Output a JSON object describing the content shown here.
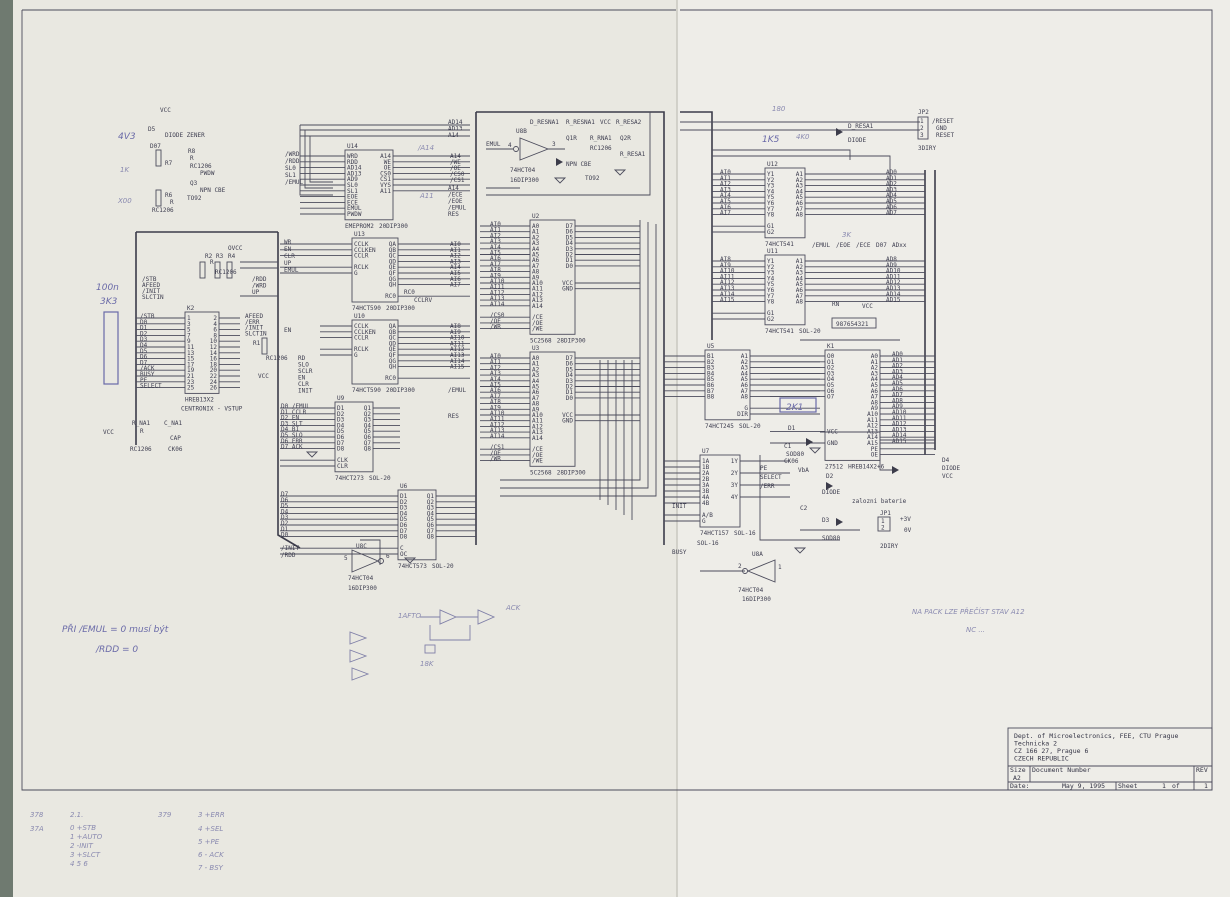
{
  "title_block": {
    "org": "Dept. of Microelectronics, FEE, CTU Prague",
    "street": "Technicka 2",
    "city": "CZ 166 27, Prague 6",
    "country": "CZECH REPUBLIC",
    "size_label": "Size",
    "size": "A2",
    "docnum_label": "Document Number",
    "rev_label": "REV",
    "date_label": "Date:",
    "date": "May  9, 1995",
    "sheet_label": "Sheet",
    "sheet": "1",
    "of_label": "of",
    "of": "1"
  },
  "chips": [
    {
      "id": "U14",
      "ref": "U14",
      "type": "EMEPROM2",
      "pkg": "20DIP300",
      "left": [
        "WRD",
        "RDD",
        "AD14",
        "AD13",
        "AD9",
        "SL0",
        "SL1",
        "EOE",
        "ECE",
        "EMUL",
        "PWDW"
      ],
      "right": [
        "A14",
        "WE",
        "OE",
        "CS0",
        "CS1",
        "VYS",
        "A11"
      ]
    },
    {
      "id": "U13",
      "ref": "U13",
      "type": "74HCT590",
      "pkg": "20DIP300",
      "left": [
        "CCLK",
        "CCLKEN",
        "CCLR",
        "",
        "RCLK",
        "G"
      ],
      "right": [
        "QA",
        "QB",
        "QC",
        "QD",
        "QE",
        "QF",
        "QG",
        "QH",
        "",
        "RC0"
      ]
    },
    {
      "id": "U10",
      "ref": "U10",
      "type": "74HCT590",
      "pkg": "20DIP300",
      "left": [
        "CCLK",
        "CCLKEN",
        "CCLR",
        "",
        "RCLK",
        "G"
      ],
      "right": [
        "QA",
        "QB",
        "QC",
        "QD",
        "QE",
        "QF",
        "QG",
        "QH",
        "",
        "RC0"
      ]
    },
    {
      "id": "U9",
      "ref": "U9",
      "type": "74HCT273",
      "pkg": "SOL-20",
      "left": [
        "D1",
        "D2",
        "D3",
        "D4",
        "D5",
        "D6",
        "D7",
        "D8",
        "",
        "CLK",
        "CLR"
      ],
      "right": [
        "Q1",
        "Q2",
        "Q3",
        "Q4",
        "Q5",
        "Q6",
        "Q7",
        "Q8"
      ]
    },
    {
      "id": "U6",
      "ref": "U6",
      "type": "74HCT573",
      "pkg": "SOL-20",
      "left": [
        "D1",
        "D2",
        "D3",
        "D4",
        "D5",
        "D6",
        "D7",
        "D8",
        "",
        "C",
        "OC"
      ],
      "right": [
        "Q1",
        "Q2",
        "Q3",
        "Q4",
        "Q5",
        "Q6",
        "Q7",
        "Q8"
      ]
    },
    {
      "id": "U2",
      "ref": "U2",
      "type": "5C2568",
      "pkg": "28DIP300",
      "left": [
        "A0",
        "A1",
        "A2",
        "A3",
        "A4",
        "A5",
        "A6",
        "A7",
        "A8",
        "A9",
        "A10",
        "A11",
        "A12",
        "A13",
        "A14",
        "",
        "/CE",
        "/OE",
        "/WE"
      ],
      "right": [
        "D7",
        "D6",
        "D5",
        "D4",
        "D3",
        "D2",
        "D1",
        "D0",
        "",
        "",
        "VCC",
        "GND"
      ]
    },
    {
      "id": "U3",
      "ref": "U3",
      "type": "5C2568",
      "pkg": "28DIP300",
      "left": [
        "A0",
        "A1",
        "A2",
        "A3",
        "A4",
        "A5",
        "A6",
        "A7",
        "A8",
        "A9",
        "A10",
        "A11",
        "A12",
        "A13",
        "A14",
        "",
        "/CE",
        "/OE",
        "/WE"
      ],
      "right": [
        "D7",
        "D6",
        "D5",
        "D4",
        "D3",
        "D2",
        "D1",
        "D0",
        "",
        "",
        "VCC",
        "GND"
      ]
    },
    {
      "id": "U12",
      "ref": "U12",
      "type": "74HCT541",
      "pkg": "",
      "left": [
        "Y1",
        "Y2",
        "Y3",
        "Y4",
        "Y5",
        "Y6",
        "Y7",
        "Y8",
        "",
        "G1",
        "G2"
      ],
      "right": [
        "A1",
        "A2",
        "A3",
        "A4",
        "A5",
        "A6",
        "A7",
        "A8"
      ]
    },
    {
      "id": "U11",
      "ref": "U11",
      "type": "74HCT541",
      "pkg": "SOL-20",
      "left": [
        "Y1",
        "Y2",
        "Y3",
        "Y4",
        "Y5",
        "Y6",
        "Y7",
        "Y8",
        "",
        "G1",
        "G2"
      ],
      "right": [
        "A1",
        "A2",
        "A3",
        "A4",
        "A5",
        "A6",
        "A7",
        "A8"
      ]
    },
    {
      "id": "U5",
      "ref": "U5",
      "type": "74HCT245",
      "pkg": "SOL-20",
      "left": [
        "B1",
        "B2",
        "B3",
        "B4",
        "B5",
        "B6",
        "B7",
        "B8"
      ],
      "right": [
        "A1",
        "A2",
        "A3",
        "A4",
        "A5",
        "A6",
        "A7",
        "A8",
        "",
        "G",
        "DIR"
      ]
    },
    {
      "id": "K1",
      "ref": "K1",
      "type": "27512",
      "pkg": "HREB14X2+6",
      "left": [
        "O0",
        "O1",
        "O2",
        "O3",
        "O4",
        "O5",
        "O6",
        "O7",
        "",
        "",
        "",
        "",
        "",
        "VCC",
        "",
        "GND"
      ],
      "right": [
        "A0",
        "A1",
        "A2",
        "A3",
        "A4",
        "A5",
        "A6",
        "A7",
        "A8",
        "A9",
        "A10",
        "A11",
        "A12",
        "A13",
        "A14",
        "A15",
        "PE",
        "OE"
      ]
    },
    {
      "id": "U7",
      "ref": "U7",
      "type": "74HCT157",
      "pkg": "SOL-16",
      "left": [
        "1A",
        "1B",
        "2A",
        "2B",
        "3A",
        "3B",
        "4A",
        "4B",
        "",
        "A/B",
        "G"
      ],
      "right": [
        "1Y",
        "",
        "2Y",
        "",
        "3Y",
        "",
        "4Y"
      ]
    },
    {
      "id": "K2",
      "ref": "K2",
      "type": "HREB13X2",
      "pkg": "CENTRONIX - VSTUP",
      "left": [
        "1",
        "3",
        "5",
        "7",
        "9",
        "11",
        "13",
        "15",
        "17",
        "19",
        "21",
        "23",
        "25"
      ],
      "right": [
        "2",
        "4",
        "6",
        "8",
        "10",
        "12",
        "14",
        "16",
        "18",
        "20",
        "22",
        "24",
        "26"
      ]
    }
  ],
  "net_labels": {
    "k2_left": [
      "/STB",
      "D0",
      "D1",
      "D2",
      "D3",
      "D4",
      "D5",
      "D6",
      "D7",
      "/ACK",
      "BUSY",
      "PE",
      "SELECT"
    ],
    "k2_right": [
      "AFEED",
      "/ERR",
      "/INIT",
      "SLCTIN"
    ],
    "k2_top": [
      "/STB",
      "AFEED",
      "/INIT",
      "SLCTIN"
    ],
    "k2_top_right": [
      "/RDD",
      "/WRD",
      "UP"
    ],
    "u14_left": [
      "/WRD",
      "/RDD",
      "SL0",
      "SL1",
      "/EMUL"
    ],
    "u14_top": [
      "AD14",
      "AD13",
      "A14"
    ],
    "u14_right": [
      "A14",
      "/WE",
      "/OE",
      "/CS0",
      "/CS1"
    ],
    "u14_misc": [
      "A14",
      "/ECE",
      "/EOE",
      "/EMUL",
      "RES"
    ],
    "u13_left": [
      "WR",
      "EN",
      "CLR",
      "UP",
      "EMUL"
    ],
    "u13_right": [
      "AI0",
      "AI1",
      "AI2",
      "AI3",
      "AI4",
      "AI5",
      "AI6",
      "AI7"
    ],
    "u10_left": [
      "EN"
    ],
    "u10_right": [
      "AI8",
      "AI9",
      "AI10",
      "AI11",
      "AI12",
      "AI13",
      "AI14",
      "AI15"
    ],
    "u9_left": [
      "D0 /EMUL",
      "D1 CCLR",
      "D2 EN",
      "D3 SLT",
      "D4 BI",
      "D5 SLO",
      "D6 ERR",
      "D7 ACK"
    ],
    "u9_misc": [
      "RD",
      "SLO",
      "SCLR",
      "EN",
      "CLR",
      "INIT"
    ],
    "u6_left": [
      "D7",
      "D6",
      "D5",
      "D4",
      "D3",
      "D2",
      "D1",
      "D0"
    ],
    "u6_misc": [
      "/INIT",
      "/RDD"
    ],
    "u2_left": [
      "AI0",
      "AI1",
      "AI2",
      "AI3",
      "AI4",
      "AI5",
      "AI6",
      "AI7",
      "AI8",
      "AI9",
      "AI10",
      "AI11",
      "AI12",
      "AI13",
      "AI14",
      "",
      "/CS0",
      "/OE",
      "/WR"
    ],
    "u3_left": [
      "AI0",
      "AI1",
      "AI2",
      "AI3",
      "AI4",
      "AI5",
      "AI6",
      "AI7",
      "AI8",
      "AI9",
      "AI10",
      "AI11",
      "AI12",
      "AI13",
      "AI14",
      "",
      "/CS1",
      "/OE",
      "/WR"
    ],
    "u3_misc": [
      "/EMUL",
      "RES"
    ],
    "u12_left": [
      "AI0",
      "AI1",
      "AI2",
      "AI3",
      "AI4",
      "AI5",
      "AI6",
      "AI7"
    ],
    "u12_right": [
      "AD0",
      "AD1",
      "AD2",
      "AD3",
      "AD4",
      "AD5",
      "AD6",
      "AD7"
    ],
    "u11_left": [
      "AI8",
      "AI9",
      "AI10",
      "AI11",
      "AI12",
      "AI13",
      "AI14",
      "AI15"
    ],
    "u11_right": [
      "AD8",
      "AD9",
      "AD10",
      "AD11",
      "AD12",
      "AD13",
      "AD14",
      "AD15"
    ],
    "u11_misc": [
      "/EMUL",
      "/EOE",
      "/ECE",
      "D07",
      "ADxx"
    ],
    "k1_right": [
      "AD0",
      "AD1",
      "AD2",
      "AD3",
      "AD4",
      "AD5",
      "AD6",
      "AD7",
      "AD8",
      "AD9",
      "AD10",
      "AD11",
      "AD12",
      "AD13",
      "AD14",
      "AD15"
    ],
    "u7_right": [
      "PE",
      "SELECT",
      "/ERR"
    ],
    "u7_misc": [
      "INIT",
      "BUSY"
    ]
  },
  "parts": {
    "u8b": {
      "ref": "U8B",
      "type": "74HCT04",
      "pkg": "16DIP300",
      "in": "EMUL",
      "pin_in": "4",
      "pin_out": "3"
    },
    "u8c": {
      "ref": "U8C",
      "type": "74HCT04",
      "pkg": "16DIP300",
      "pin_in": "5",
      "pin_out": "6"
    },
    "u8a": {
      "ref": "U8A",
      "type": "74HCT04",
      "pkg": "16DIP300",
      "pin_in": "2",
      "pin_out": "1",
      "sol": "SOL-16"
    },
    "reset": [
      "D_RESNA1",
      "R_RESNA1",
      "VCC",
      "Q1R",
      "R_RNA1",
      "RC1206",
      "NPN CBE",
      "TO92",
      "Q2R",
      "R_RESA2",
      "R_RESA1",
      "D_RESA1",
      "DIODE"
    ],
    "jp2": {
      "ref": "JP2",
      "pins": [
        "1",
        "2",
        "3"
      ],
      "labels": [
        "/RESET",
        "GND",
        "RESET"
      ],
      "pkg": "3DIRY"
    },
    "jp1": {
      "ref": "JP1",
      "pins": [
        "1",
        "2"
      ],
      "labels": [
        "+3V",
        "0V"
      ],
      "note": "zalozni baterie",
      "pkg": "2DIRY"
    },
    "batt": [
      "D1",
      "C1",
      "SOD80",
      "CK06",
      "D2",
      "DIODE",
      "D3",
      "C2",
      "D4",
      "DIODE",
      "VCC",
      "VbA",
      "SOD80"
    ],
    "zener": [
      "D5",
      "DIODE ZENER",
      "D07",
      "R8",
      "R",
      "R7",
      "RC1206",
      "PWDW",
      "Q3",
      "NPN CBE",
      "TO92",
      "R6",
      "R",
      "RC1206",
      "VCC"
    ],
    "k2_misc": [
      "OVCC",
      "R2",
      "R3",
      "R4",
      "R",
      "RC1206",
      "R1",
      "VCC",
      "RC1206"
    ],
    "rc": [
      "R_NA1",
      "C_NA1",
      "R",
      "CAP",
      "RC1206",
      "CK06",
      "VCC"
    ],
    "rn": [
      "RN",
      "987654321",
      "VCC"
    ],
    "u13_misc": [
      "RC0",
      "CCLRV"
    ]
  },
  "handwritten": {
    "note1": "PŘI /EMUL = 0 musí být",
    "note1b": "/RDD = 0",
    "note2": "NA PACK LZE PŘEČÍST STAV A12",
    "note2b": "NC ...",
    "note_4v3": "4V3",
    "note_1k": "1K",
    "note_xoo": "X00",
    "note_100n": "100n",
    "note_3k3": "3K3",
    "note_1k5": "1K5",
    "note_2k1": "2K1",
    "note_3k": "3K",
    "note_180": "180",
    "note_4k0": "4K0",
    "note_18k": "18K",
    "note_1atto": "1AFTO",
    "note_ack": "ACK",
    "note_a14": "/A14",
    "note_a11": "A11",
    "bottom_left": [
      "378",
      "37A",
      "2.1.",
      "0 +STB",
      "1 +AUTO",
      "2 -INIT",
      "3 +SLCT",
      "4 5 6",
      "379",
      "3 +ERR",
      "4 +SEL",
      "5 +PE",
      "6 - ACK",
      "7 - BSY"
    ]
  },
  "colors": {
    "paper": "#ecebe4",
    "ink": "#4c4c5c",
    "pen": "#6a6aa8",
    "background": "#6f7a70"
  }
}
